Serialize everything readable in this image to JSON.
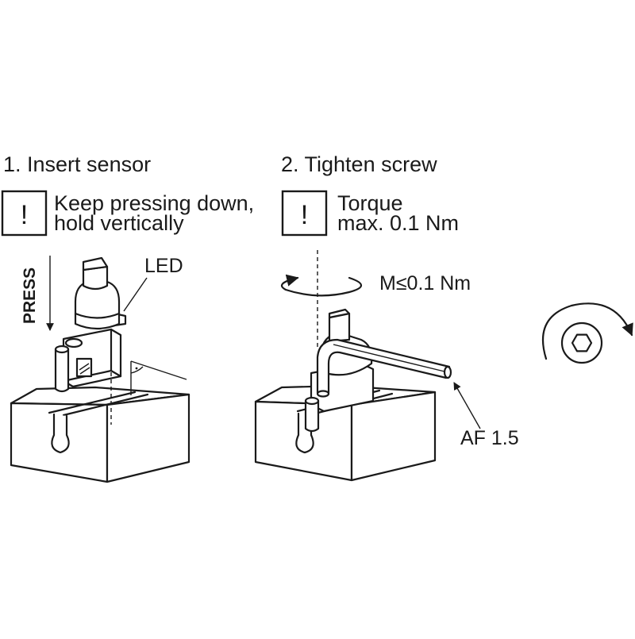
{
  "step1": {
    "heading": "1. Insert sensor",
    "warning_mark": "!",
    "note_line1": "Keep pressing down,",
    "note_line2": "hold vertically",
    "press_label": "PRESS",
    "led_label": "LED"
  },
  "step2": {
    "heading": "2. Tighten screw",
    "warning_mark": "!",
    "note_line1": "Torque",
    "note_line2": "max. 0.1 Nm",
    "torque_label": "M≤0.1 Nm",
    "tool_label": "AF 1.5"
  },
  "icons": {
    "warning": "exclamation-box-icon",
    "rotation": "clockwise-rotation-icon",
    "hex_socket": "hex-socket-icon"
  },
  "colors": {
    "line": "#1a1a1a",
    "background": "#ffffff"
  }
}
